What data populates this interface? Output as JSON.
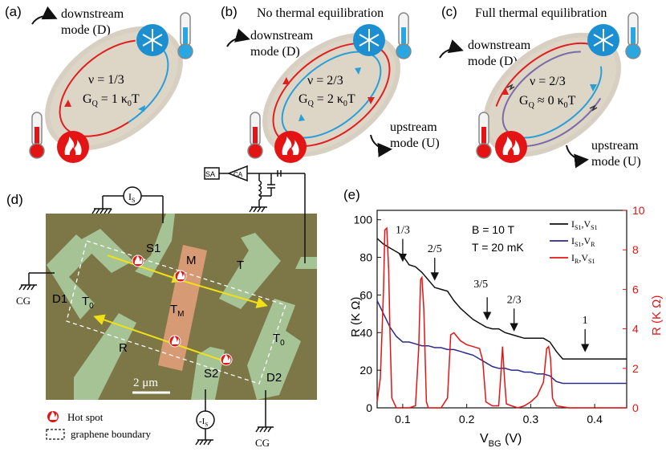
{
  "panel_a": {
    "label": "(a)",
    "mode_label_1": "downstream",
    "mode_label_2": "mode (D)",
    "nu": "ν = 1/3",
    "gq": "G",
    "gq_sub": "Q",
    "gq_rest": " = 1 κ",
    "gq_sub2": "0",
    "gq_tail": "T"
  },
  "panel_b": {
    "label": "(b)",
    "title": "No thermal equilibration",
    "mode_label_1": "downstream",
    "mode_label_2": "mode (D)",
    "nu": "ν = 2/3",
    "gq": "G",
    "gq_sub": "Q",
    "gq_rest": " = 2 κ",
    "gq_sub2": "0",
    "gq_tail": "T",
    "up_label_1": "upstream",
    "up_label_2": "mode (U)"
  },
  "panel_c": {
    "label": "(c)",
    "title": "Full thermal equilibration",
    "mode_label_1": "downstream",
    "mode_label_2": "mode (D)",
    "nu": "ν = 2/3",
    "gq": "G",
    "gq_sub": "Q",
    "gq_rest": " ≈ 0 κ",
    "gq_sub2": "0",
    "gq_tail": "T",
    "up_label_1": "upstream",
    "up_label_2": "mode (U)"
  },
  "panel_d": {
    "label": "(d)",
    "contacts": {
      "S1": "S1",
      "S2": "S2",
      "D1": "D1",
      "D2": "D2",
      "R": "R",
      "T": "T",
      "M": "M",
      "T0_left": "T",
      "T0_left_sub": "0",
      "T0_right": "T",
      "T0_right_sub": "0",
      "TM": "T",
      "TM_sub": "M"
    },
    "cg_left": "CG",
    "cg_bottom": "CG",
    "is_top": "I",
    "is_top_sub": "S",
    "is_bottom": "-I",
    "is_bottom_sub": "S",
    "sa": "SA",
    "ca": "CA",
    "scale_bar": "2 μm",
    "legend_hot": "Hot spot",
    "legend_boundary": "graphene boundary",
    "colors": {
      "substrate": "#7d7646",
      "contact": "#a8c89a",
      "center": "#e0a07a",
      "edge": "#f1e017"
    }
  },
  "panel_e": {
    "label": "(e)",
    "annot_B": "B = 10 T",
    "annot_T": "T = 20 mK",
    "plateaus": [
      "1/3",
      "2/5",
      "3/5",
      "2/3",
      "1"
    ],
    "xlabel_main": "V",
    "xlabel_sub": "BG",
    "xlabel_unit": " (V)",
    "ylabel_left": "R (K Ω)",
    "ylabel_right": "R (K Ω)"
  },
  "chart_data": {
    "type": "line",
    "title": "",
    "xlabel": "V_BG (V)",
    "ylabel": "R (K Ω)",
    "y2label": "R (K Ω)",
    "xlim": [
      0.06,
      0.45
    ],
    "ylim": [
      0,
      105
    ],
    "y2lim": [
      0,
      10
    ],
    "xticks": [
      "0.1",
      "0.2",
      "0.3",
      "0.4"
    ],
    "yticks": [
      "0",
      "20",
      "40",
      "60",
      "80",
      "100"
    ],
    "y2ticks": [
      "0",
      "2",
      "4",
      "6",
      "8",
      "10"
    ],
    "legend_position": "top-right",
    "series": [
      {
        "name": "I_S1,V_S1",
        "legend_main": "I",
        "legend_sub1": "S1",
        "legend_mid": ",V",
        "legend_sub2": "S1",
        "color": "#111111",
        "axis": "left",
        "x": [
          0.06,
          0.07,
          0.08,
          0.09,
          0.1,
          0.11,
          0.12,
          0.13,
          0.14,
          0.15,
          0.16,
          0.17,
          0.18,
          0.19,
          0.2,
          0.21,
          0.22,
          0.23,
          0.24,
          0.25,
          0.26,
          0.27,
          0.28,
          0.29,
          0.3,
          0.31,
          0.32,
          0.33,
          0.34,
          0.35,
          0.36,
          0.38,
          0.4,
          0.42,
          0.45
        ],
        "y": [
          90,
          87,
          85,
          83,
          81,
          76,
          75,
          72,
          68,
          64,
          63,
          62,
          57,
          53,
          50,
          47,
          45,
          43,
          42,
          42,
          40,
          39,
          38,
          37,
          37,
          37,
          37,
          35,
          30,
          26,
          26,
          26,
          26,
          26,
          26
        ]
      },
      {
        "name": "I_S1,V_R",
        "legend_main": "I",
        "legend_sub1": "S1",
        "legend_mid": ",V",
        "legend_sub2": "R",
        "color": "#2a2a8a",
        "axis": "left",
        "x": [
          0.06,
          0.07,
          0.08,
          0.09,
          0.1,
          0.11,
          0.12,
          0.13,
          0.14,
          0.15,
          0.16,
          0.17,
          0.18,
          0.19,
          0.2,
          0.21,
          0.22,
          0.23,
          0.24,
          0.25,
          0.26,
          0.27,
          0.28,
          0.29,
          0.3,
          0.31,
          0.32,
          0.33,
          0.34,
          0.35,
          0.36,
          0.38,
          0.4,
          0.42,
          0.45
        ],
        "y": [
          57,
          50,
          43,
          38,
          35,
          35,
          34,
          33,
          33,
          32,
          32,
          31,
          31,
          30,
          29,
          28,
          26,
          24,
          22,
          21,
          21,
          20,
          20,
          19,
          19,
          18,
          18,
          17,
          14,
          13,
          13,
          13,
          13,
          13,
          13
        ]
      },
      {
        "name": "I_R,V_S1",
        "legend_main": "I",
        "legend_sub1": "R",
        "legend_mid": ",V",
        "legend_sub2": "S1",
        "color": "#e41414",
        "axis": "right",
        "x": [
          0.06,
          0.065,
          0.07,
          0.072,
          0.075,
          0.078,
          0.08,
          0.083,
          0.09,
          0.1,
          0.11,
          0.12,
          0.125,
          0.128,
          0.13,
          0.133,
          0.137,
          0.14,
          0.15,
          0.16,
          0.17,
          0.175,
          0.18,
          0.19,
          0.2,
          0.21,
          0.22,
          0.225,
          0.23,
          0.24,
          0.25,
          0.253,
          0.256,
          0.259,
          0.262,
          0.27,
          0.28,
          0.29,
          0.3,
          0.31,
          0.32,
          0.325,
          0.328,
          0.331,
          0.334,
          0.34,
          0.35,
          0.36,
          0.38,
          0.4,
          0.42,
          0.45
        ],
        "y": [
          0.3,
          1.5,
          6,
          9,
          9.1,
          7,
          4,
          0.5,
          0,
          0,
          0,
          0.1,
          3,
          6.5,
          6.6,
          5,
          0.3,
          0,
          0,
          0,
          0.5,
          3.7,
          3.8,
          3.4,
          3.2,
          3.1,
          3.0,
          2.4,
          0.3,
          0.1,
          0.1,
          1.5,
          3.1,
          1.5,
          0.2,
          0.1,
          0,
          0.1,
          0.3,
          0.6,
          1.3,
          3.0,
          3.1,
          2.5,
          0.5,
          0.1,
          0.05,
          0,
          0,
          0,
          0,
          0
        ]
      }
    ]
  }
}
